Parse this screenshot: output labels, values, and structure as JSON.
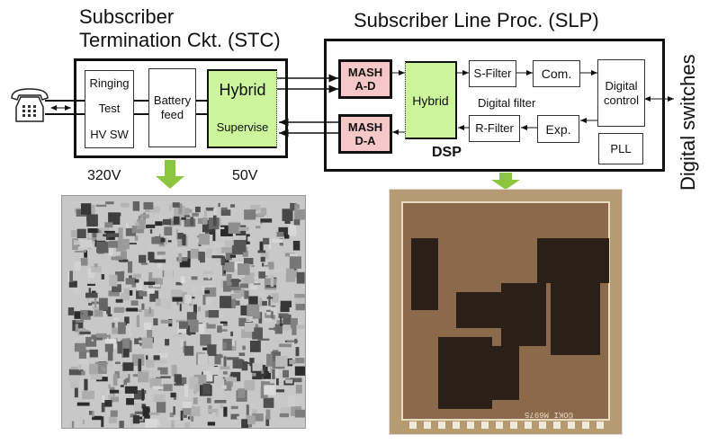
{
  "stc": {
    "title_line1": "Subscriber",
    "title_line2": "Termination Ckt.  (STC)",
    "blocks": {
      "ringing": [
        "Ringing",
        "Test",
        "HV SW"
      ],
      "battery": [
        "Battery",
        "feed"
      ],
      "hybrid": "Hybrid",
      "supervise": "Supervise"
    },
    "voltage_left": "320V",
    "voltage_right": "50V"
  },
  "slp": {
    "title": "Subscriber Line Proc. (SLP)",
    "blocks": {
      "mash_ad": [
        "MASH",
        "A-D"
      ],
      "mash_da": [
        "MASH",
        "D-A"
      ],
      "hybrid": "Hybrid",
      "s_filter": "S-Filter",
      "com": "Com.",
      "digital_control": [
        "Digital",
        "control"
      ],
      "r_filter": "R-Filter",
      "exp": "Exp.",
      "pll": "PLL"
    },
    "digital_filter_label": "Digital filter",
    "dsp_label": "DSP"
  },
  "side_label": "Digital switches",
  "chip_right_marking": "©OKI M6975",
  "colors": {
    "hybrid_green": "#ccf59c",
    "mash_pink": "#f6c7c7",
    "arrow_green": "#8cc63f",
    "chip_gold": "#b59a72"
  }
}
